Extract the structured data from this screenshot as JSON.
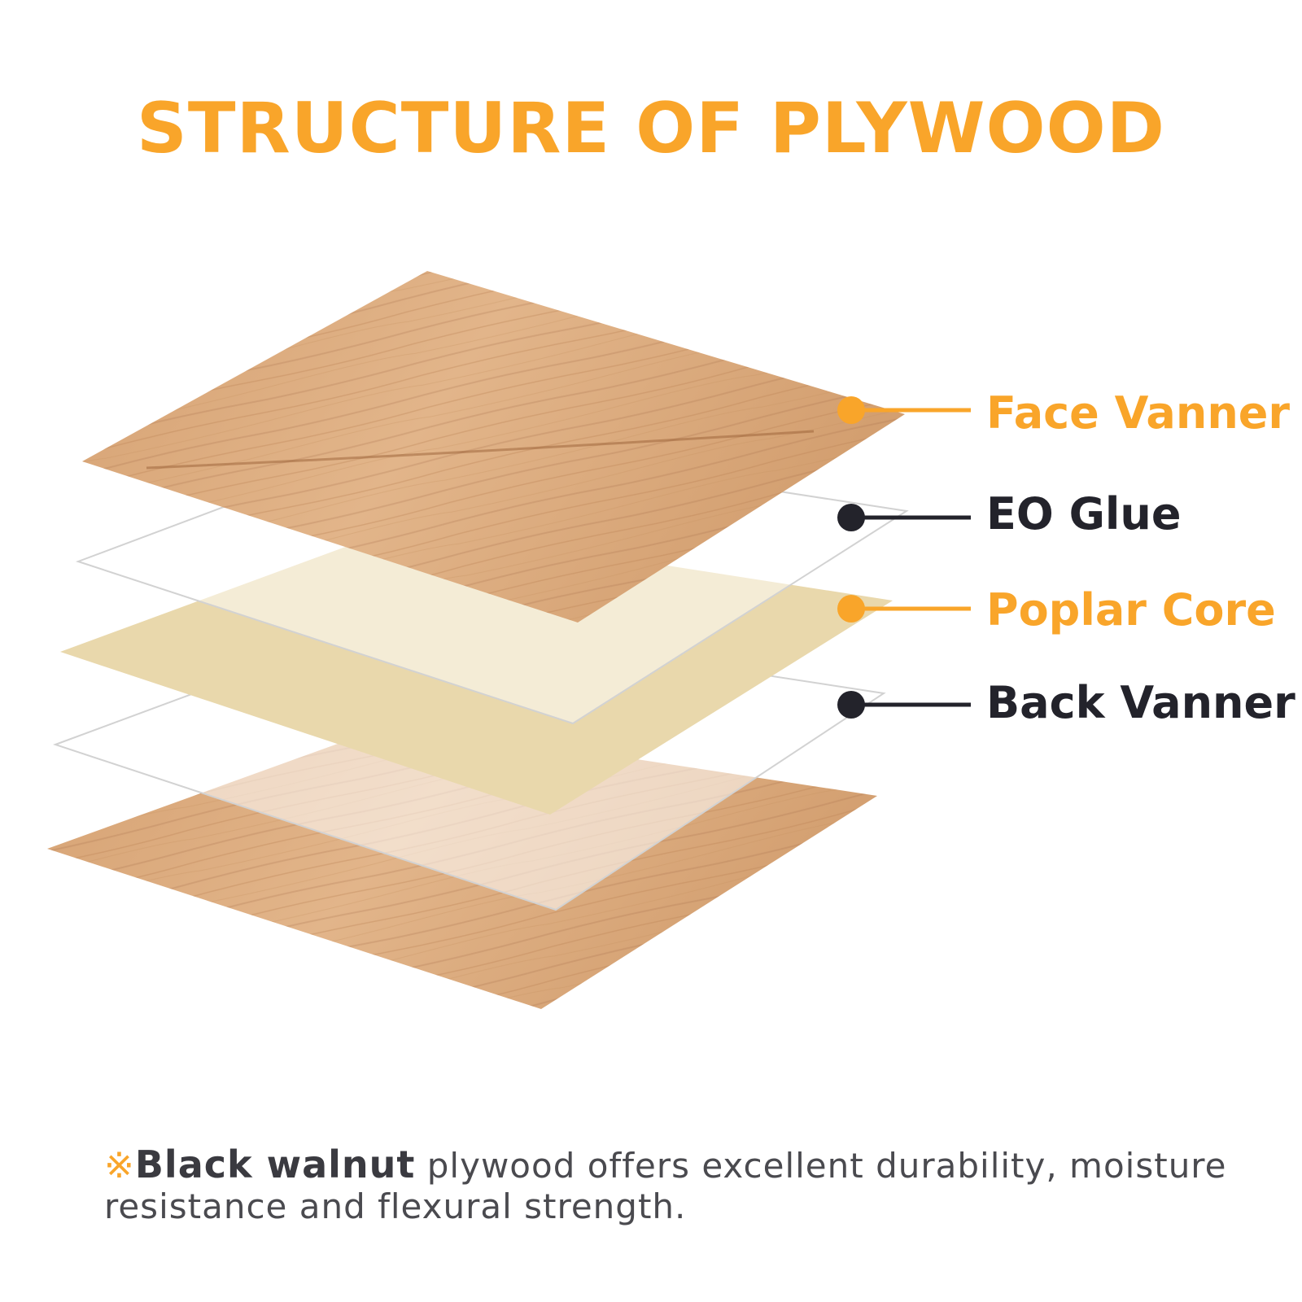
{
  "title": "STRUCTURE OF PLYWOOD",
  "layers": [
    {
      "label": "Face Vanner",
      "color": "#f9a52a"
    },
    {
      "label": "EO Glue",
      "color": "#23232b"
    },
    {
      "label": "Poplar Core",
      "color": "#f9a52a"
    },
    {
      "label": "Back Vanner",
      "color": "#23232b"
    }
  ],
  "note": {
    "mark": "※",
    "emphasis": "Black walnut",
    "text": " plywood offers excellent durability, moisture resistance and flexural strength."
  },
  "colors": {
    "accent": "#f9a52a",
    "dark": "#23232b",
    "wood": "#d9a97a",
    "core": "#e9d8ac"
  }
}
